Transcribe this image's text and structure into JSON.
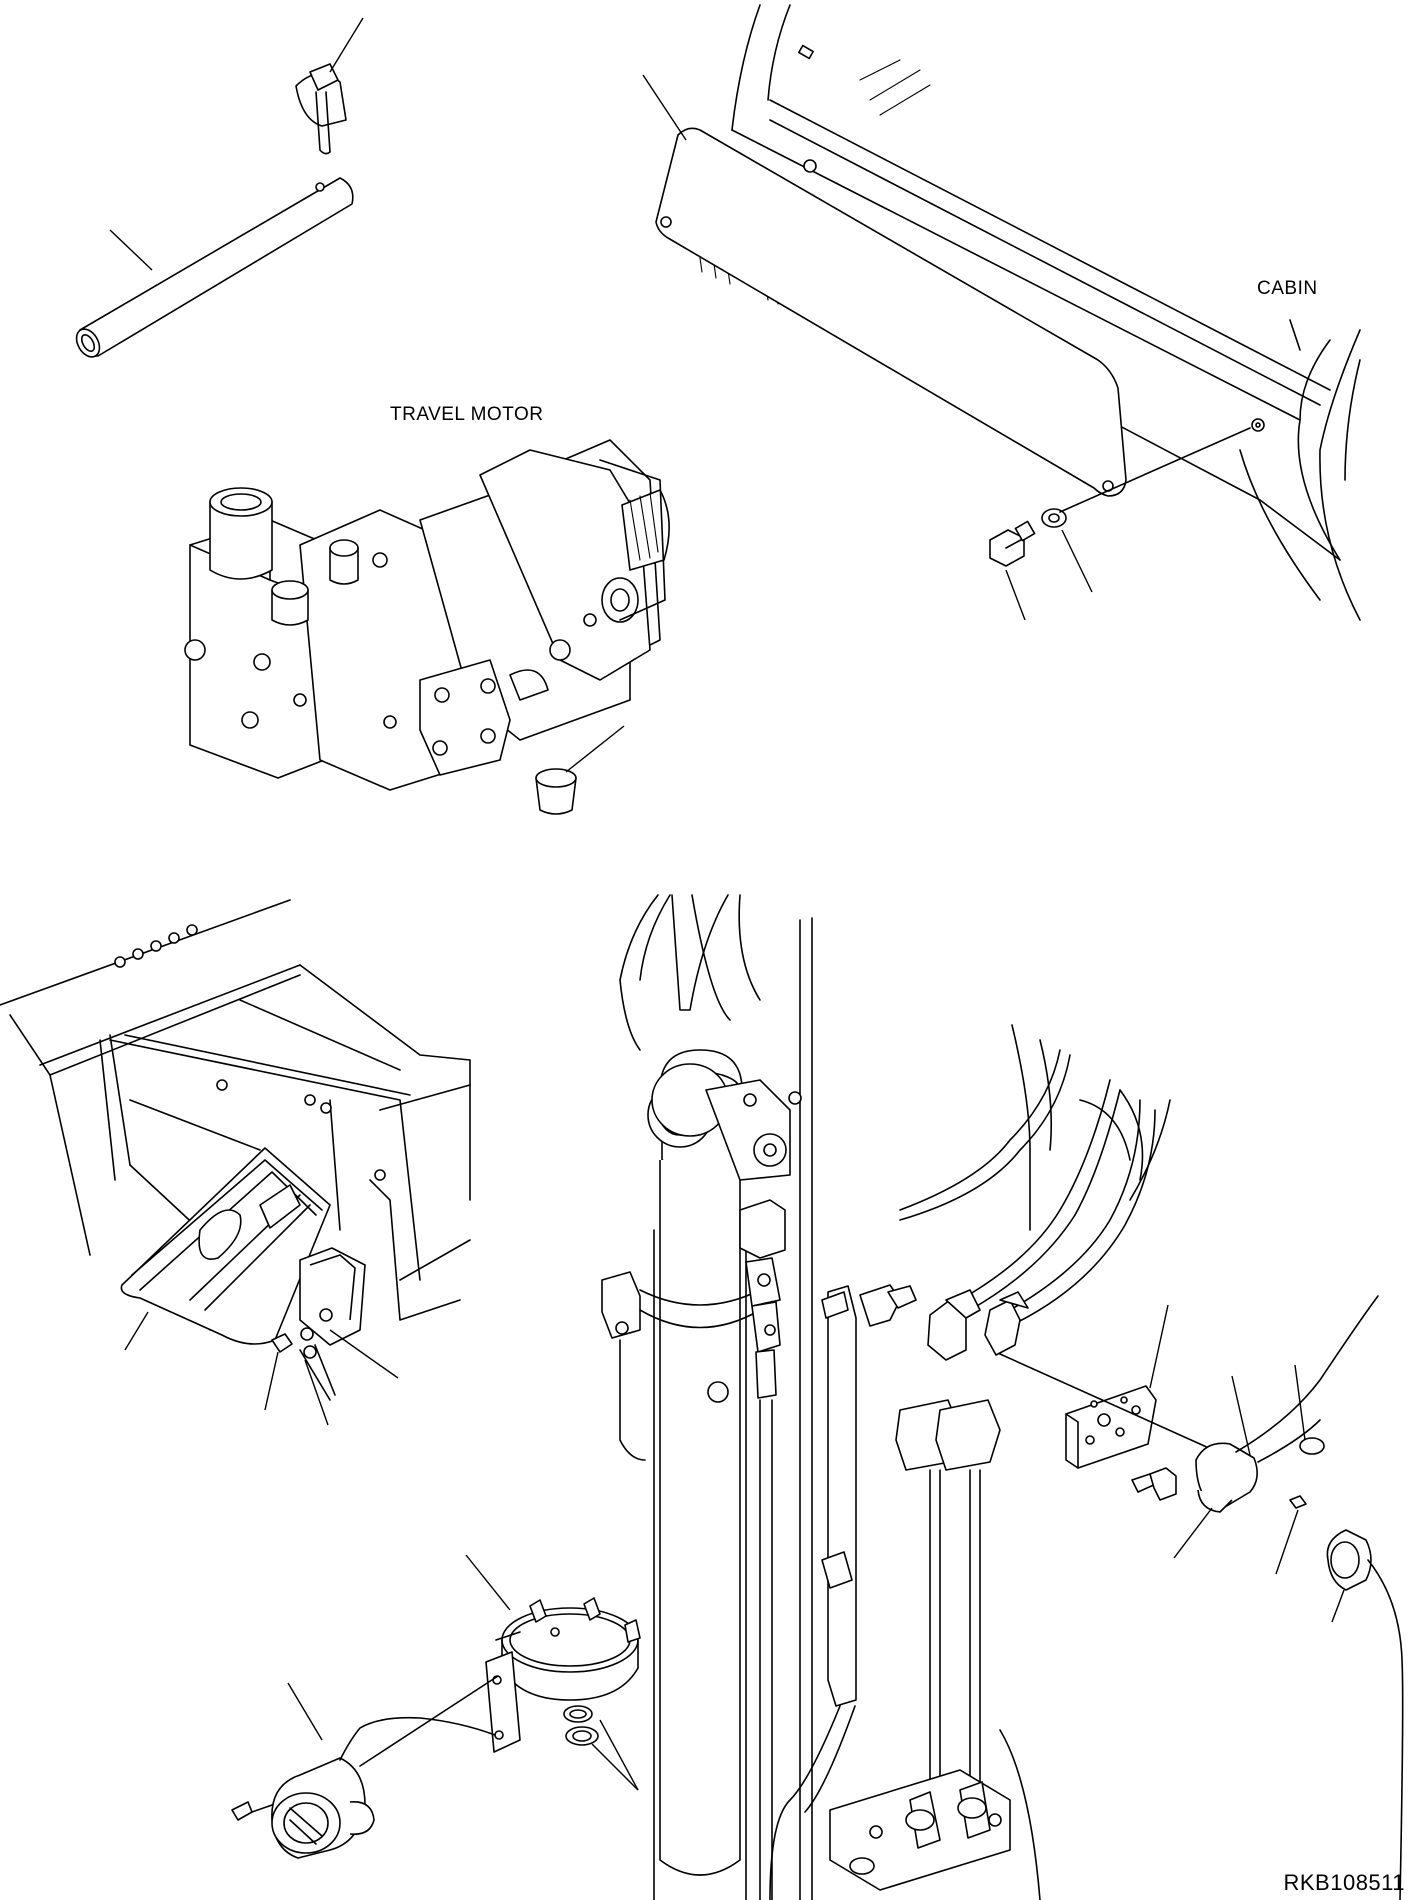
{
  "labels": {
    "travel_motor": "TRAVEL MOTOR",
    "cabin": "CABIN",
    "drawing_code": "RKB108511"
  },
  "colors": {
    "line": "#000000",
    "background": "#ffffff"
  }
}
